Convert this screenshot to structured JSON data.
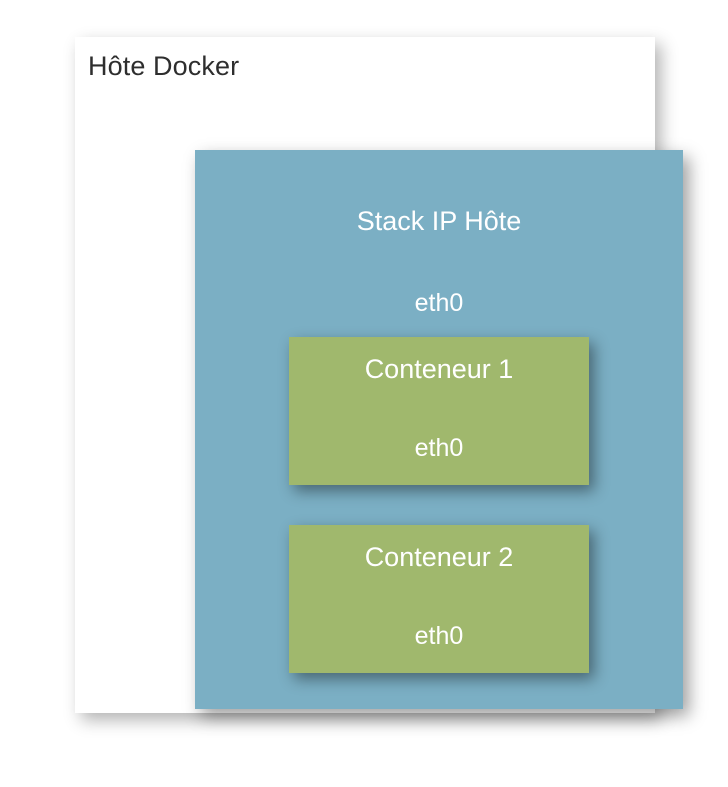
{
  "diagram": {
    "title": "Hôte Docker",
    "background_color": "#ffffff",
    "card_color": "#ffffff"
  },
  "ip_stack": {
    "title": "Stack IP Hôte",
    "interface": "eth0",
    "color": "#7bafc4",
    "text_color": "#ffffff"
  },
  "containers": [
    {
      "name": "Conteneur 1",
      "interface": "eth0",
      "color": "#a0b86d",
      "text_color": "#ffffff"
    },
    {
      "name": "Conteneur 2",
      "interface": "eth0",
      "color": "#a0b86d",
      "text_color": "#ffffff"
    }
  ]
}
